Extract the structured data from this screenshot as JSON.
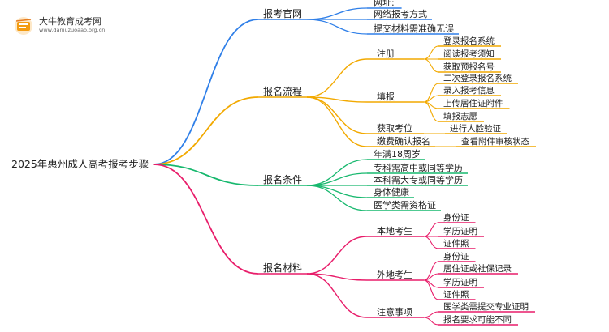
{
  "logo": {
    "name": "大牛教育成考网",
    "url": "www.daniuzuoaao.org.cn"
  },
  "colors": {
    "official": "#2f7fe8",
    "process": "#f2a900",
    "conditions": "#17b86e",
    "materials": "#e81d6a"
  },
  "root": "2025年惠州成人高考报考步骤",
  "branches": [
    {
      "key": "official",
      "label": "报考官网",
      "children": [
        {
          "label": "网址:"
        },
        {
          "label": "网络报考方式"
        },
        {
          "label": "提交材料需准确无误"
        }
      ]
    },
    {
      "key": "process",
      "label": "报名流程",
      "children": [
        {
          "label": "注册",
          "children": [
            {
              "label": "登录报名系统"
            },
            {
              "label": "阅读报考须知"
            },
            {
              "label": "获取预报名号"
            }
          ]
        },
        {
          "label": "填报",
          "children": [
            {
              "label": "二次登录报名系统"
            },
            {
              "label": "录入报考信息"
            },
            {
              "label": "上传居住证附件"
            },
            {
              "label": "填报志愿"
            }
          ]
        },
        {
          "label": "获取考位",
          "children": [
            {
              "label": "进行人脸验证"
            }
          ]
        },
        {
          "label": "缴费确认报名",
          "children": [
            {
              "label": "查看附件审核状态"
            }
          ]
        }
      ]
    },
    {
      "key": "conditions",
      "label": "报名条件",
      "children": [
        {
          "label": "年满18周岁"
        },
        {
          "label": "专科需高中或同等学历"
        },
        {
          "label": "本科需大专或同等学历"
        },
        {
          "label": "身体健康"
        },
        {
          "label": "医学类需资格证"
        }
      ]
    },
    {
      "key": "materials",
      "label": "报名材料",
      "children": [
        {
          "label": "本地考生",
          "children": [
            {
              "label": "身份证"
            },
            {
              "label": "学历证明"
            },
            {
              "label": "证件照"
            }
          ]
        },
        {
          "label": "外地考生",
          "children": [
            {
              "label": "身份证"
            },
            {
              "label": "居住证或社保记录"
            },
            {
              "label": "学历证明"
            },
            {
              "label": "证件照"
            }
          ]
        },
        {
          "label": "注意事项",
          "children": [
            {
              "label": "医学类需提交专业证明"
            },
            {
              "label": "报名要求可能不同"
            }
          ]
        }
      ]
    }
  ]
}
